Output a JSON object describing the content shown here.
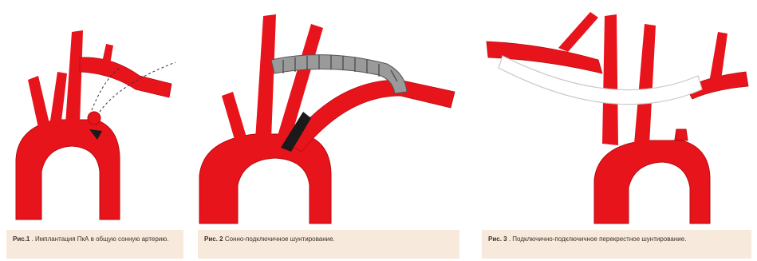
{
  "figures": [
    {
      "caption_label": "Рис.1",
      "caption_text": ". Имплантация ПкА в общую сонную артерию."
    },
    {
      "caption_label": "Рис. 2",
      "caption_text": "Сонно-подключичное шунтирование."
    },
    {
      "caption_label": "Рис. 3",
      "caption_text": ". Подключично-подключичное перекрестное шунтирование."
    }
  ],
  "colors": {
    "artery": "#e8141b",
    "artery_dark": "#b50c10",
    "graft_gray": "#9a9a9a",
    "graft_white": "#ffffff",
    "caption_bg": "#f7e9dc"
  }
}
